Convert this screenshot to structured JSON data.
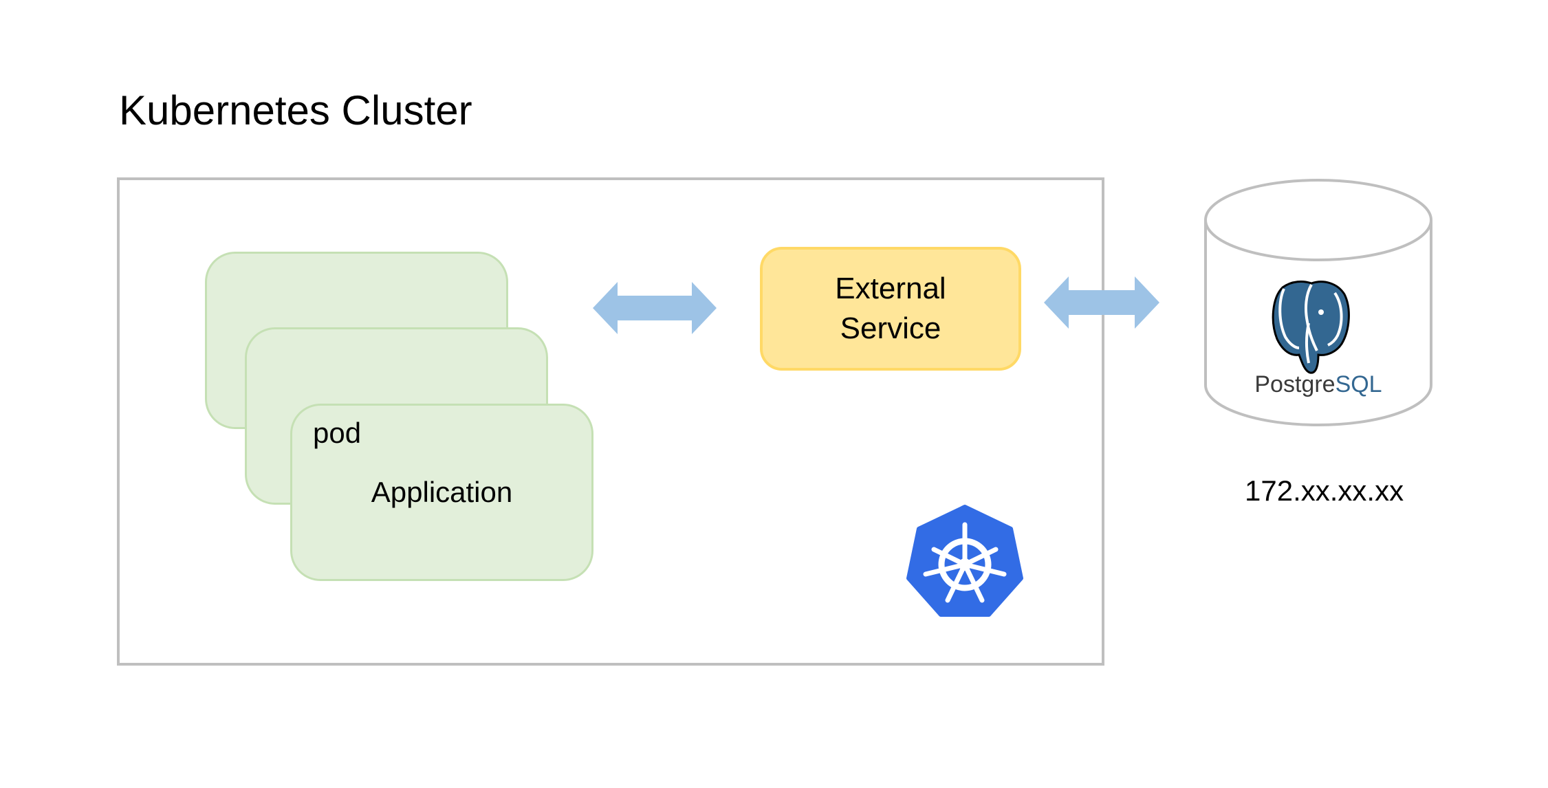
{
  "title": "Kubernetes Cluster",
  "pod": {
    "label": "pod",
    "application_label": "Application"
  },
  "service": {
    "line1": "External",
    "line2": "Service"
  },
  "database": {
    "logo_text_1": "Postgre",
    "logo_text_2": "SQL",
    "ip": "172.xx.xx.xx"
  },
  "colors": {
    "pod_fill": "#e2efda",
    "pod_border": "#c5e0b4",
    "service_fill": "#ffe699",
    "service_border": "#ffd966",
    "arrow": "#9dc3e6",
    "cluster_border": "#bfbfbf",
    "k8s_blue": "#326ce5",
    "postgres_blue": "#336791"
  },
  "icons": [
    "double-arrow-icon",
    "postgresql-elephant-icon",
    "database-cylinder-icon",
    "kubernetes-helm-icon"
  ]
}
